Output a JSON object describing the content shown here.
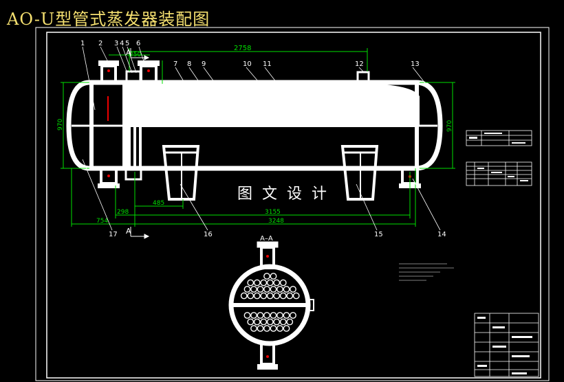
{
  "title": "AO-U型管式蒸发器装配图",
  "watermark": "图文设计",
  "section_label": "A–A",
  "cut_label": "A",
  "dims": {
    "d2758": "2758",
    "d250": "250",
    "d970_left": "970",
    "d970_right": "970",
    "d485": "485",
    "d298": "298",
    "d3155": "3155",
    "d754": "754",
    "d3248": "3248"
  },
  "callouts": [
    "1",
    "2",
    "3",
    "4",
    "5",
    "6",
    "7",
    "8",
    "9",
    "10",
    "11",
    "12",
    "13",
    "14",
    "15",
    "16",
    "17"
  ],
  "colors": {
    "title": "#f5e070",
    "dim": "#00e000",
    "line": "#ffffff",
    "background": "#000000"
  }
}
